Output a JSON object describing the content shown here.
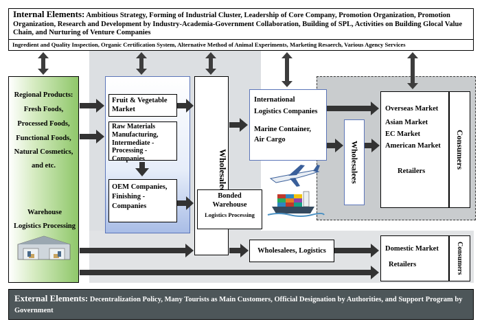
{
  "internal": {
    "label": "Internal Elements:",
    "text": "Ambitious Strategy, Forming of Industrial Cluster, Leadership of Core Company, Promotion Organization, Promotion Organization, Research and Development by Industry-Academia-Government Collaboration, Building of SPL, Activities on Building Glocal Value Chain, and Nurturing of Venture Companies",
    "services": "Ingredient and Quality Inspection, Organic Certification System, Alternative Method of Animal Experiments, Marketing Resaerch, Various Agency Services"
  },
  "regional": {
    "title": "Regional Products:",
    "items": [
      "Fresh Foods,",
      "Processed Foods,",
      "Functional Foods,",
      "Natural Cosmetics,",
      "and etc."
    ],
    "warehouse": "Warehouse Logistics Processing"
  },
  "fruit_market": "Fruit & Vegetable Market",
  "raw_materials": "Raw Materials Manufacturing, Intermediate - Processing - Companies",
  "oem": "OEM Companies, Finishing - Companies",
  "wholesalees_main": "Wholesalees",
  "bonded": {
    "title": "Bonded Warehouse",
    "sub": "Logistics Processing"
  },
  "intl": {
    "title": "International Logistics Companies",
    "sub": "Marine Container, Air Cargo"
  },
  "wholesalees_intl": "Wholesalees",
  "markets": {
    "overseas": "Overseas Market",
    "asian": "Asian Market",
    "ec": "EC Market",
    "american": "American Market",
    "retailers": "Retailers"
  },
  "consumers_top": "Consumers",
  "wholesale_logistics": "Wholesalees, Logistics",
  "domestic": {
    "title": "Domestic Market",
    "retailers": "Retailers"
  },
  "consumers_bottom": "Consumers",
  "external": {
    "label": "External Elements:",
    "text": "Decentralization Policy, Many Tourists as Main Customers, Official Designation by Authorities, and Support Program by Government"
  }
}
